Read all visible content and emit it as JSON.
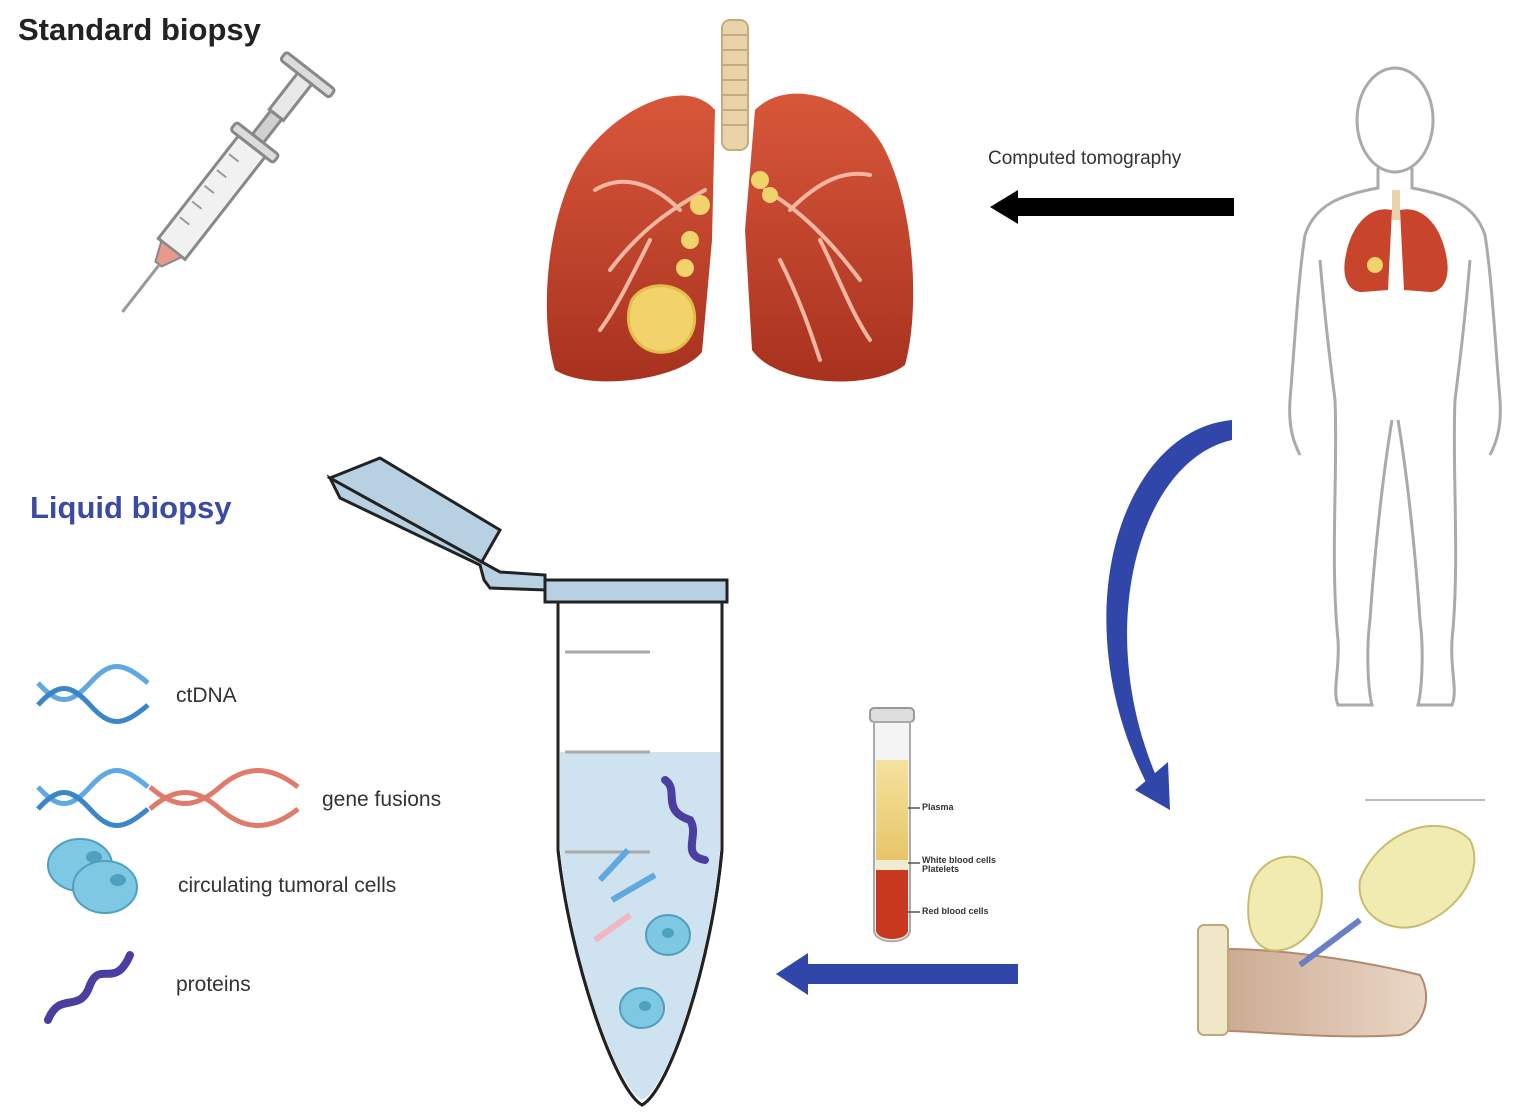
{
  "titles": {
    "standard": "Standard biopsy",
    "liquid": "Liquid biopsy"
  },
  "arrows": {
    "computed_tomography": "Computed tomography"
  },
  "legend": {
    "ctdna": "ctDNA",
    "gene_fusions": "gene fusions",
    "ctc": "circulating tumoral cells",
    "proteins": "proteins"
  },
  "blood_tube": {
    "plasma": "Plasma",
    "wbc_platelets": "White blood cells\nPlatelets",
    "rbc": "Red blood cells"
  },
  "colors": {
    "lung": "#c8452c",
    "tumor": "#f2d36b",
    "ct_arrow": "#000000",
    "liquid_arrows": "#3046a8",
    "liquid_title": "#3b4aa3",
    "tube_fluid": "#cfe2ef",
    "cell": "#7ec8e3",
    "protein": "#4a3fa0"
  },
  "icons": [
    "syringe-icon",
    "lungs-icon",
    "human-body-icon",
    "arm-blood-draw-icon",
    "blood-tube-icon",
    "eppendorf-tube-icon",
    "dna-icon",
    "cell-icon",
    "protein-icon"
  ]
}
